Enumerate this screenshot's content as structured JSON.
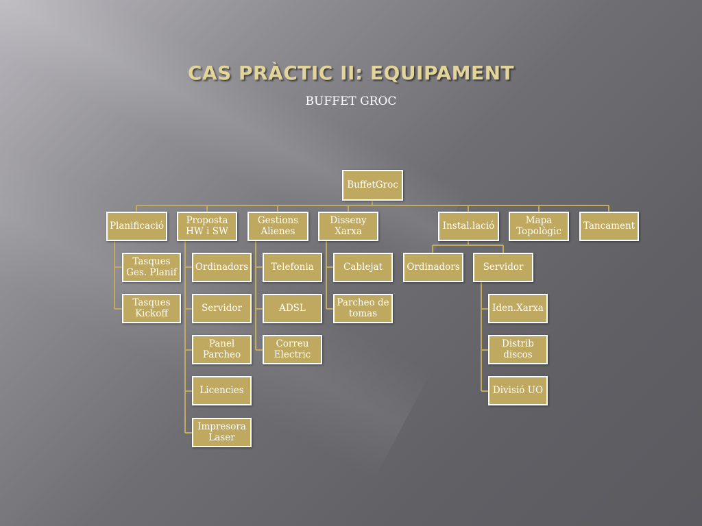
{
  "slide": {
    "title": "CAS PRÀCTIC II: EQUIPAMENT",
    "subtitle": "BUFFET GROC"
  },
  "diagram": {
    "root": "BuffetGroc",
    "branches": {
      "planificacio": {
        "label": "Planificació",
        "children": [
          "Tasques\nGes. Planif",
          "Tasques\nKickoff"
        ]
      },
      "proposta": {
        "label": "Proposta\nHW i SW",
        "children": [
          "Ordinadors",
          "Servidor",
          "Panel\nParcheo",
          "Licencies",
          "Impresora\nLaser"
        ]
      },
      "gestions": {
        "label": "Gestions\nAlienes",
        "children": [
          "Telefonia",
          "ADSL",
          "Correu\nElectric"
        ]
      },
      "disseny": {
        "label": "Disseny\nXarxa",
        "children": [
          "Cablejat",
          "Parcheo de\ntomas"
        ]
      },
      "installacio": {
        "label": "Instal.lació",
        "children": [
          "Ordinadors",
          "Servidor"
        ]
      },
      "servidor": {
        "children": [
          "Iden.Xarxa",
          "Distrib\ndiscos",
          "Divisió UO"
        ]
      },
      "mapa": {
        "label": "Mapa\nTopològic"
      },
      "tancament": {
        "label": "Tancament"
      }
    }
  },
  "colors": {
    "node_fill": "#bfa85f",
    "node_border": "#ffffff",
    "connector": "#c2ab5f",
    "title": "#e3d49a"
  }
}
